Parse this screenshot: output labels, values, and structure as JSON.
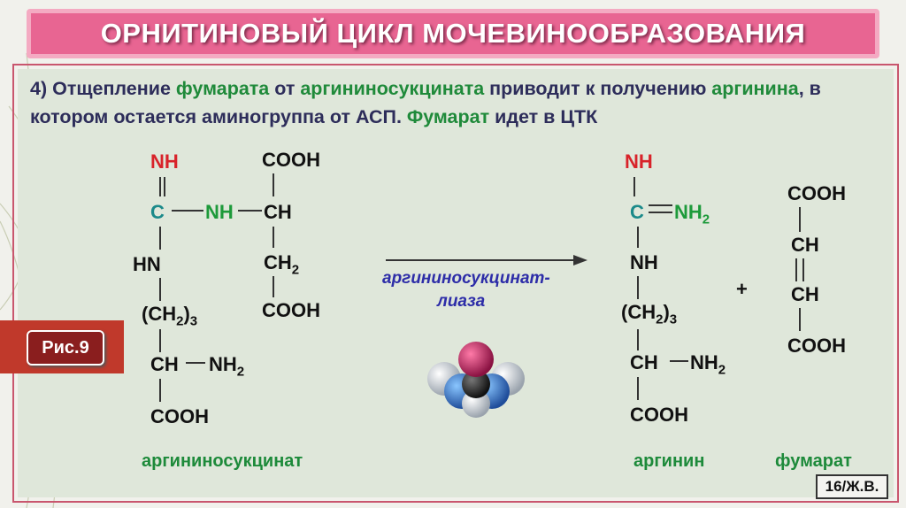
{
  "title": "ОРНИТИНОВЫЙ ЦИКЛ МОЧЕВИНООБРАЗОВАНИЯ",
  "description": {
    "p1": "4) Отщепление ",
    "p2": "фумарата",
    "p3": " от ",
    "p4": "аргининосукцината",
    "p5": " приводит к получению ",
    "p6": "аргинина",
    "p7": ", в котором остается аминогруппа от АСП. ",
    "p8": "Фумарат",
    "p9": " идет в ЦТК"
  },
  "left": {
    "nh_top": "NH",
    "c": "C",
    "nh_link": "NH",
    "hn": "HN",
    "ch2_3": "(CH",
    "ch2_sub": "2",
    "ch2_close": ")",
    "ch2_sub3": "3",
    "ch": "CH",
    "nh2": "NH",
    "nh2_sub": "2",
    "cooh_bottom": "COOH",
    "r_cooh_top": "COOH",
    "r_ch": "CH",
    "r_ch2": "CH",
    "r_ch2_sub": "2",
    "r_cooh_bottom": "COOH",
    "label": "аргининосукцинат"
  },
  "enzyme": {
    "line1": "аргининосукцинат-",
    "line2": "лиаза"
  },
  "plus": "+",
  "right": {
    "nh_top": "NH",
    "c": "C",
    "nh2": "NH",
    "nh2_sub": "2",
    "nh": "NH",
    "ch2_3": "(CH",
    "ch2_sub": "2",
    "ch2_close": ")",
    "ch2_sub3": "3",
    "ch": "CH",
    "ch_nh2": "NH",
    "ch_nh2_sub": "2",
    "cooh": "COOH",
    "label": "аргинин"
  },
  "fumarate": {
    "cooh_top": "COOH",
    "ch1": "CH",
    "ch2": "CH",
    "cooh_bottom": "COOH",
    "label": "фумарат"
  },
  "figure_badge": "Рис.9",
  "page_number": "16/Ж.В.",
  "colors": {
    "title_bg": "#e86592",
    "accent_green": "#1f8a3a",
    "accent_red": "#d8232a",
    "panel_bg": "#dfe7da"
  }
}
